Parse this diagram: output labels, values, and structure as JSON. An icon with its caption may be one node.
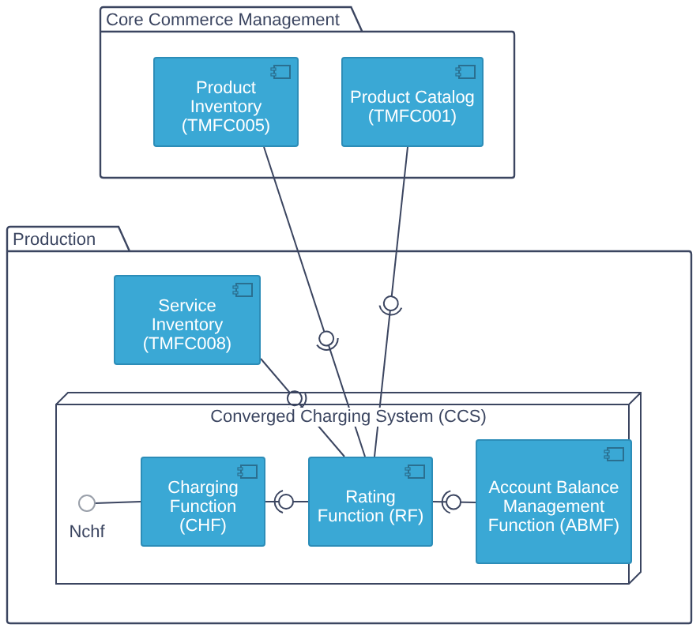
{
  "diagram": {
    "nodes": [
      {
        "text": [
          "Core Commerce Management"
        ]
      },
      {
        "text": [
          "Product Inventory (TMFC005)"
        ],
        "in": 0
      },
      {
        "text": [
          "Product Catalog (TMFC001)"
        ],
        "in": 0
      },
      {
        "text": [
          "Production"
        ]
      },
      {
        "text": [
          "Service Inventory (TMFC008)"
        ],
        "in": 3
      },
      {
        "text": [
          "Converged Charging System (CCS)"
        ],
        "in": 3
      },
      {
        "text": [
          "Charging Function (CHF)"
        ],
        "in": 5
      },
      {
        "text": [
          "Rating Function (RF)"
        ],
        "in": 5
      },
      {
        "text": [
          "Account Balance Management Function (ABMF)"
        ],
        "in": 5
      },
      {
        "text": [
          "Nchf"
        ],
        "in": 5
      }
    ],
    "edges": [
      {
        "from": 9,
        "to": 6,
        "arrow": "none"
      },
      {
        "from": 7,
        "to": 6,
        "arrow": "other"
      },
      {
        "from": 8,
        "to": 7,
        "arrow": "other"
      },
      {
        "from": 1,
        "to": 7,
        "arrow": "other"
      },
      {
        "from": 2,
        "to": 7,
        "arrow": "other"
      },
      {
        "from": 4,
        "to": 7,
        "arrow": "other"
      }
    ]
  }
}
